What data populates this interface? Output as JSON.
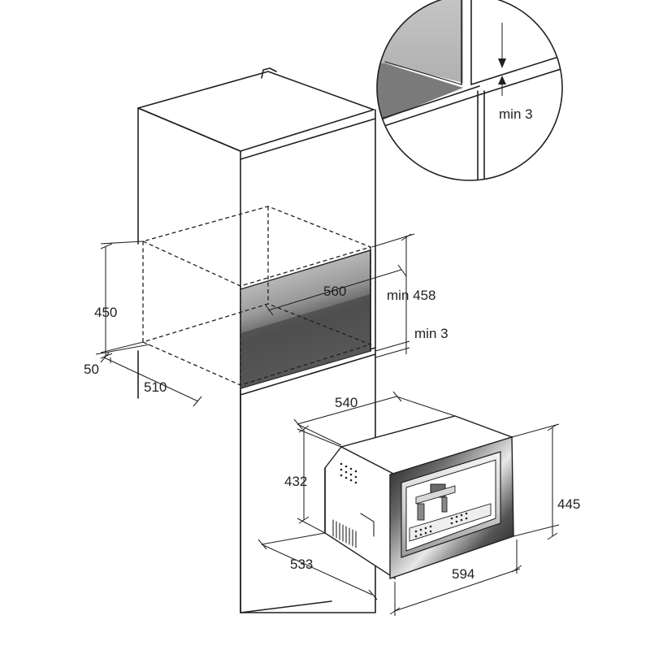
{
  "labels": {
    "d450": "450",
    "d50": "50",
    "d510": "510",
    "d560": "560",
    "dmin458": "min 458",
    "dmin3_niche": "min 3",
    "dmin3_detail": "min 3",
    "d540": "540",
    "d432": "432",
    "d445": "445",
    "d533": "533",
    "d594": "594"
  },
  "colors": {
    "line": "#231f20",
    "niche_dark": "#505050",
    "niche_light": "#c8c8c8",
    "bezel_dark": "#1e1e1e"
  }
}
